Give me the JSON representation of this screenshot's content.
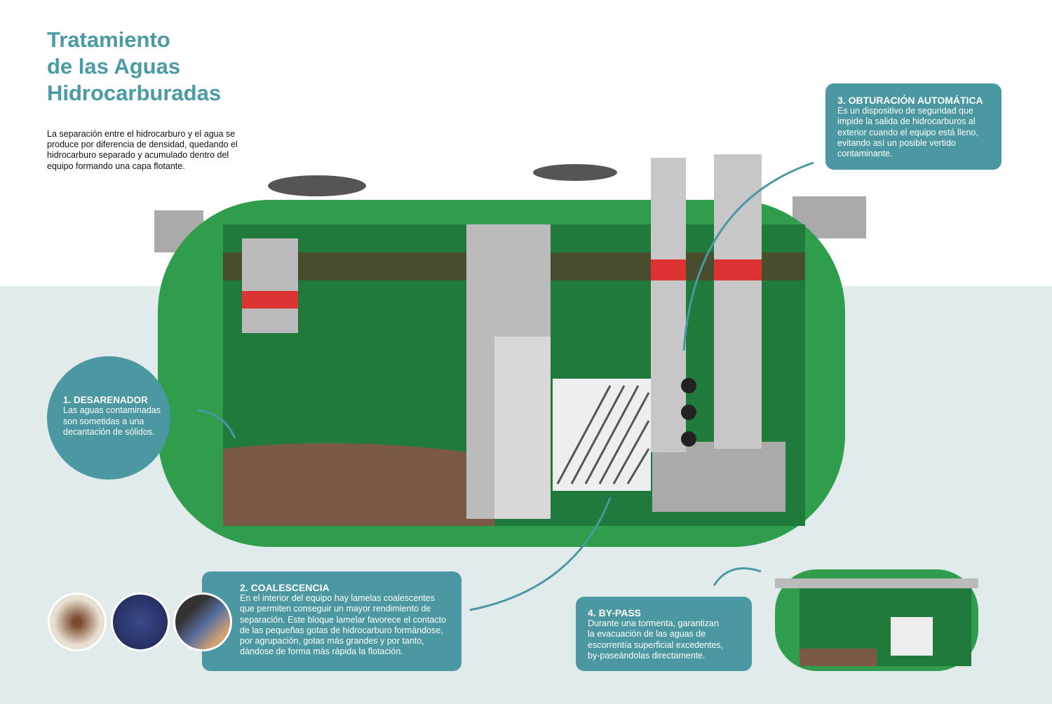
{
  "title": {
    "line1": "Tratamiento",
    "line2": "de las Aguas",
    "line3": "Hidrocarburadas"
  },
  "intro": "La separación entre el hidrocarburo y el agua se produce por diferencia de densidad, quedando el hidrocarburo separado y acumulado dentro del equipo formando una capa flotante.",
  "steps": [
    {
      "title": "1. DESARENADOR",
      "text": "Las aguas contaminadas son sometidas a una decantación de sólidos."
    },
    {
      "title": "2. COALESCENCIA",
      "text": "En el interior del equipo hay lamelas coalescentes que permiten conseguir un mayor rendimiento de separación. Este bloque lamelar favorece el contacto de las pequeñas gotas de hidrocarburo formándose, por agrupación, gotas más grandes y por tanto, dándose de forma más rápida la flotación."
    },
    {
      "title": "3. OBTURACIÓN AUTOMÁTICA",
      "text": "Es un dispositivo de seguridad que impide la salida de hidrocarburos al exterior cuando el equipo está lleno, evitando así un posible vertido contaminante."
    },
    {
      "title": "4. BY-PASS",
      "text": "Durante una tormenta, garantizan la evacuación de las aguas de escorrentía superficial excedentes, by-paseándolas directamente."
    }
  ],
  "colors": {
    "accent": "#4b98a3",
    "tank": "#2e9a4a",
    "background": "#e2ebec"
  }
}
